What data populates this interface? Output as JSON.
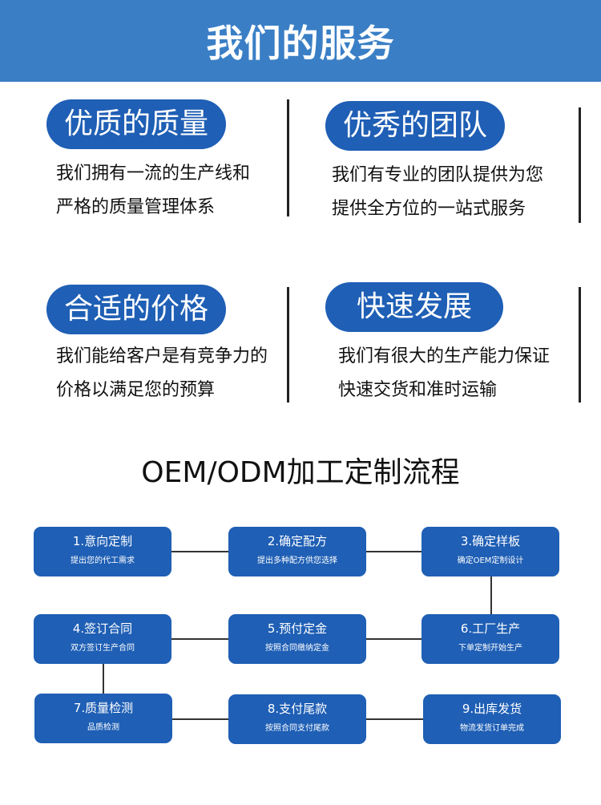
{
  "header": {
    "title": "我们的服务"
  },
  "features": [
    {
      "title": "优质的质量",
      "lines": [
        "我们拥有一流的生产线和",
        "严格的质量管理体系"
      ]
    },
    {
      "title": "优秀的团队",
      "lines": [
        "我们有专业的团队提供为您",
        "提供全方位的一站式服务"
      ]
    },
    {
      "title": "合适的价格",
      "lines": [
        "我们能给客户是有竞争力的",
        "价格以满足您的预算"
      ]
    },
    {
      "title": "快速发展",
      "lines": [
        "我们有很大的生产能力保证",
        "快速交货和准时运输"
      ]
    }
  ],
  "process": {
    "title": "OEM/ODM加工定制流程",
    "steps": [
      {
        "title": "1.意向定制",
        "desc": "提出您的代工需求"
      },
      {
        "title": "2.确定配方",
        "desc": "提出多种配方供您选择"
      },
      {
        "title": "3.确定样板",
        "desc": "确定OEM定制设计"
      },
      {
        "title": "4.签订合同",
        "desc": "双方签订生产合同"
      },
      {
        "title": "5.预付定金",
        "desc": "按照合同缴纳定金"
      },
      {
        "title": "6.工厂生产",
        "desc": "下单定制开始生产"
      },
      {
        "title": "7.质量检测",
        "desc": "品质检测"
      },
      {
        "title": "8.支付尾款",
        "desc": "按照合同支付尾款"
      },
      {
        "title": "9.出库发货",
        "desc": "物流发货订单完成"
      }
    ]
  },
  "colors": {
    "banner": "#3a7fc6",
    "pill": "#1f5fb5",
    "step": "#1f5fb5"
  }
}
